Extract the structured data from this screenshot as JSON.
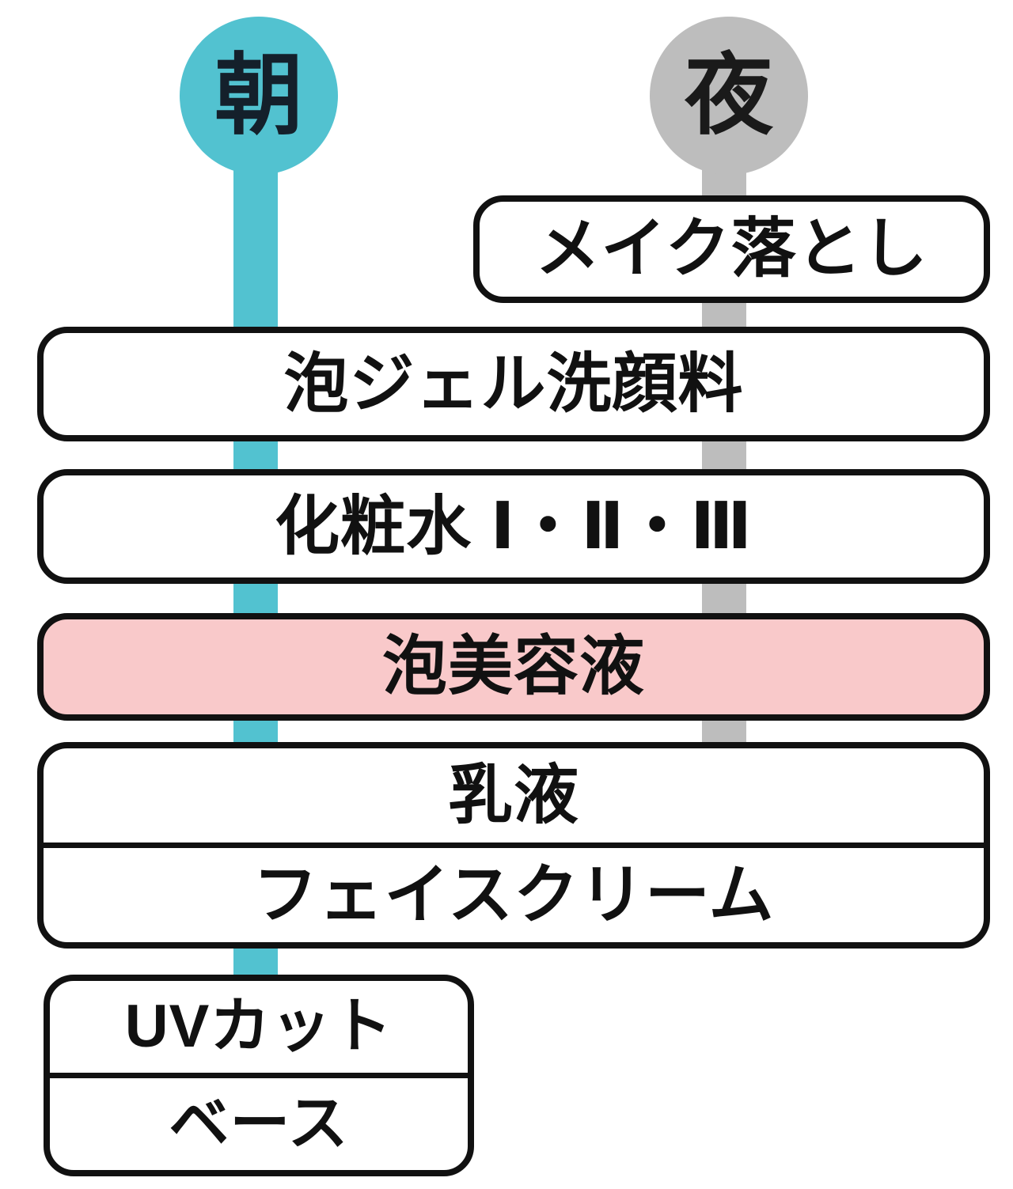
{
  "diagram": {
    "description": "Skincare routine flow with morning and night tracks",
    "tracks": {
      "morning": {
        "label": "朝",
        "color": "#52C2D0"
      },
      "night": {
        "label": "夜",
        "color": "#BDBDBD"
      }
    },
    "steps": {
      "makeup_remover": {
        "label": "メイク落とし",
        "tracks": "night"
      },
      "foam_gel_cleanser": {
        "label": "泡ジェル洗顔料",
        "tracks": "morning+night"
      },
      "lotion": {
        "label": "化粧水 Ⅰ・Ⅱ・Ⅲ",
        "tracks": "morning+night"
      },
      "foam_serum": {
        "label": "泡美容液",
        "tracks": "morning+night",
        "highlight_color": "#F9C9CA"
      },
      "milky_lotion": {
        "label": "乳液",
        "tracks": "morning+night"
      },
      "face_cream": {
        "label": "フェイスクリーム",
        "tracks": "morning+night"
      },
      "uv_cut": {
        "label": "UVカット",
        "tracks": "morning"
      },
      "base": {
        "label": "ベース",
        "tracks": "morning"
      }
    },
    "colors": {
      "border": "#111111",
      "box_fill": "#FFFFFF",
      "background": "#FFFFFF",
      "text": "#111111"
    }
  }
}
